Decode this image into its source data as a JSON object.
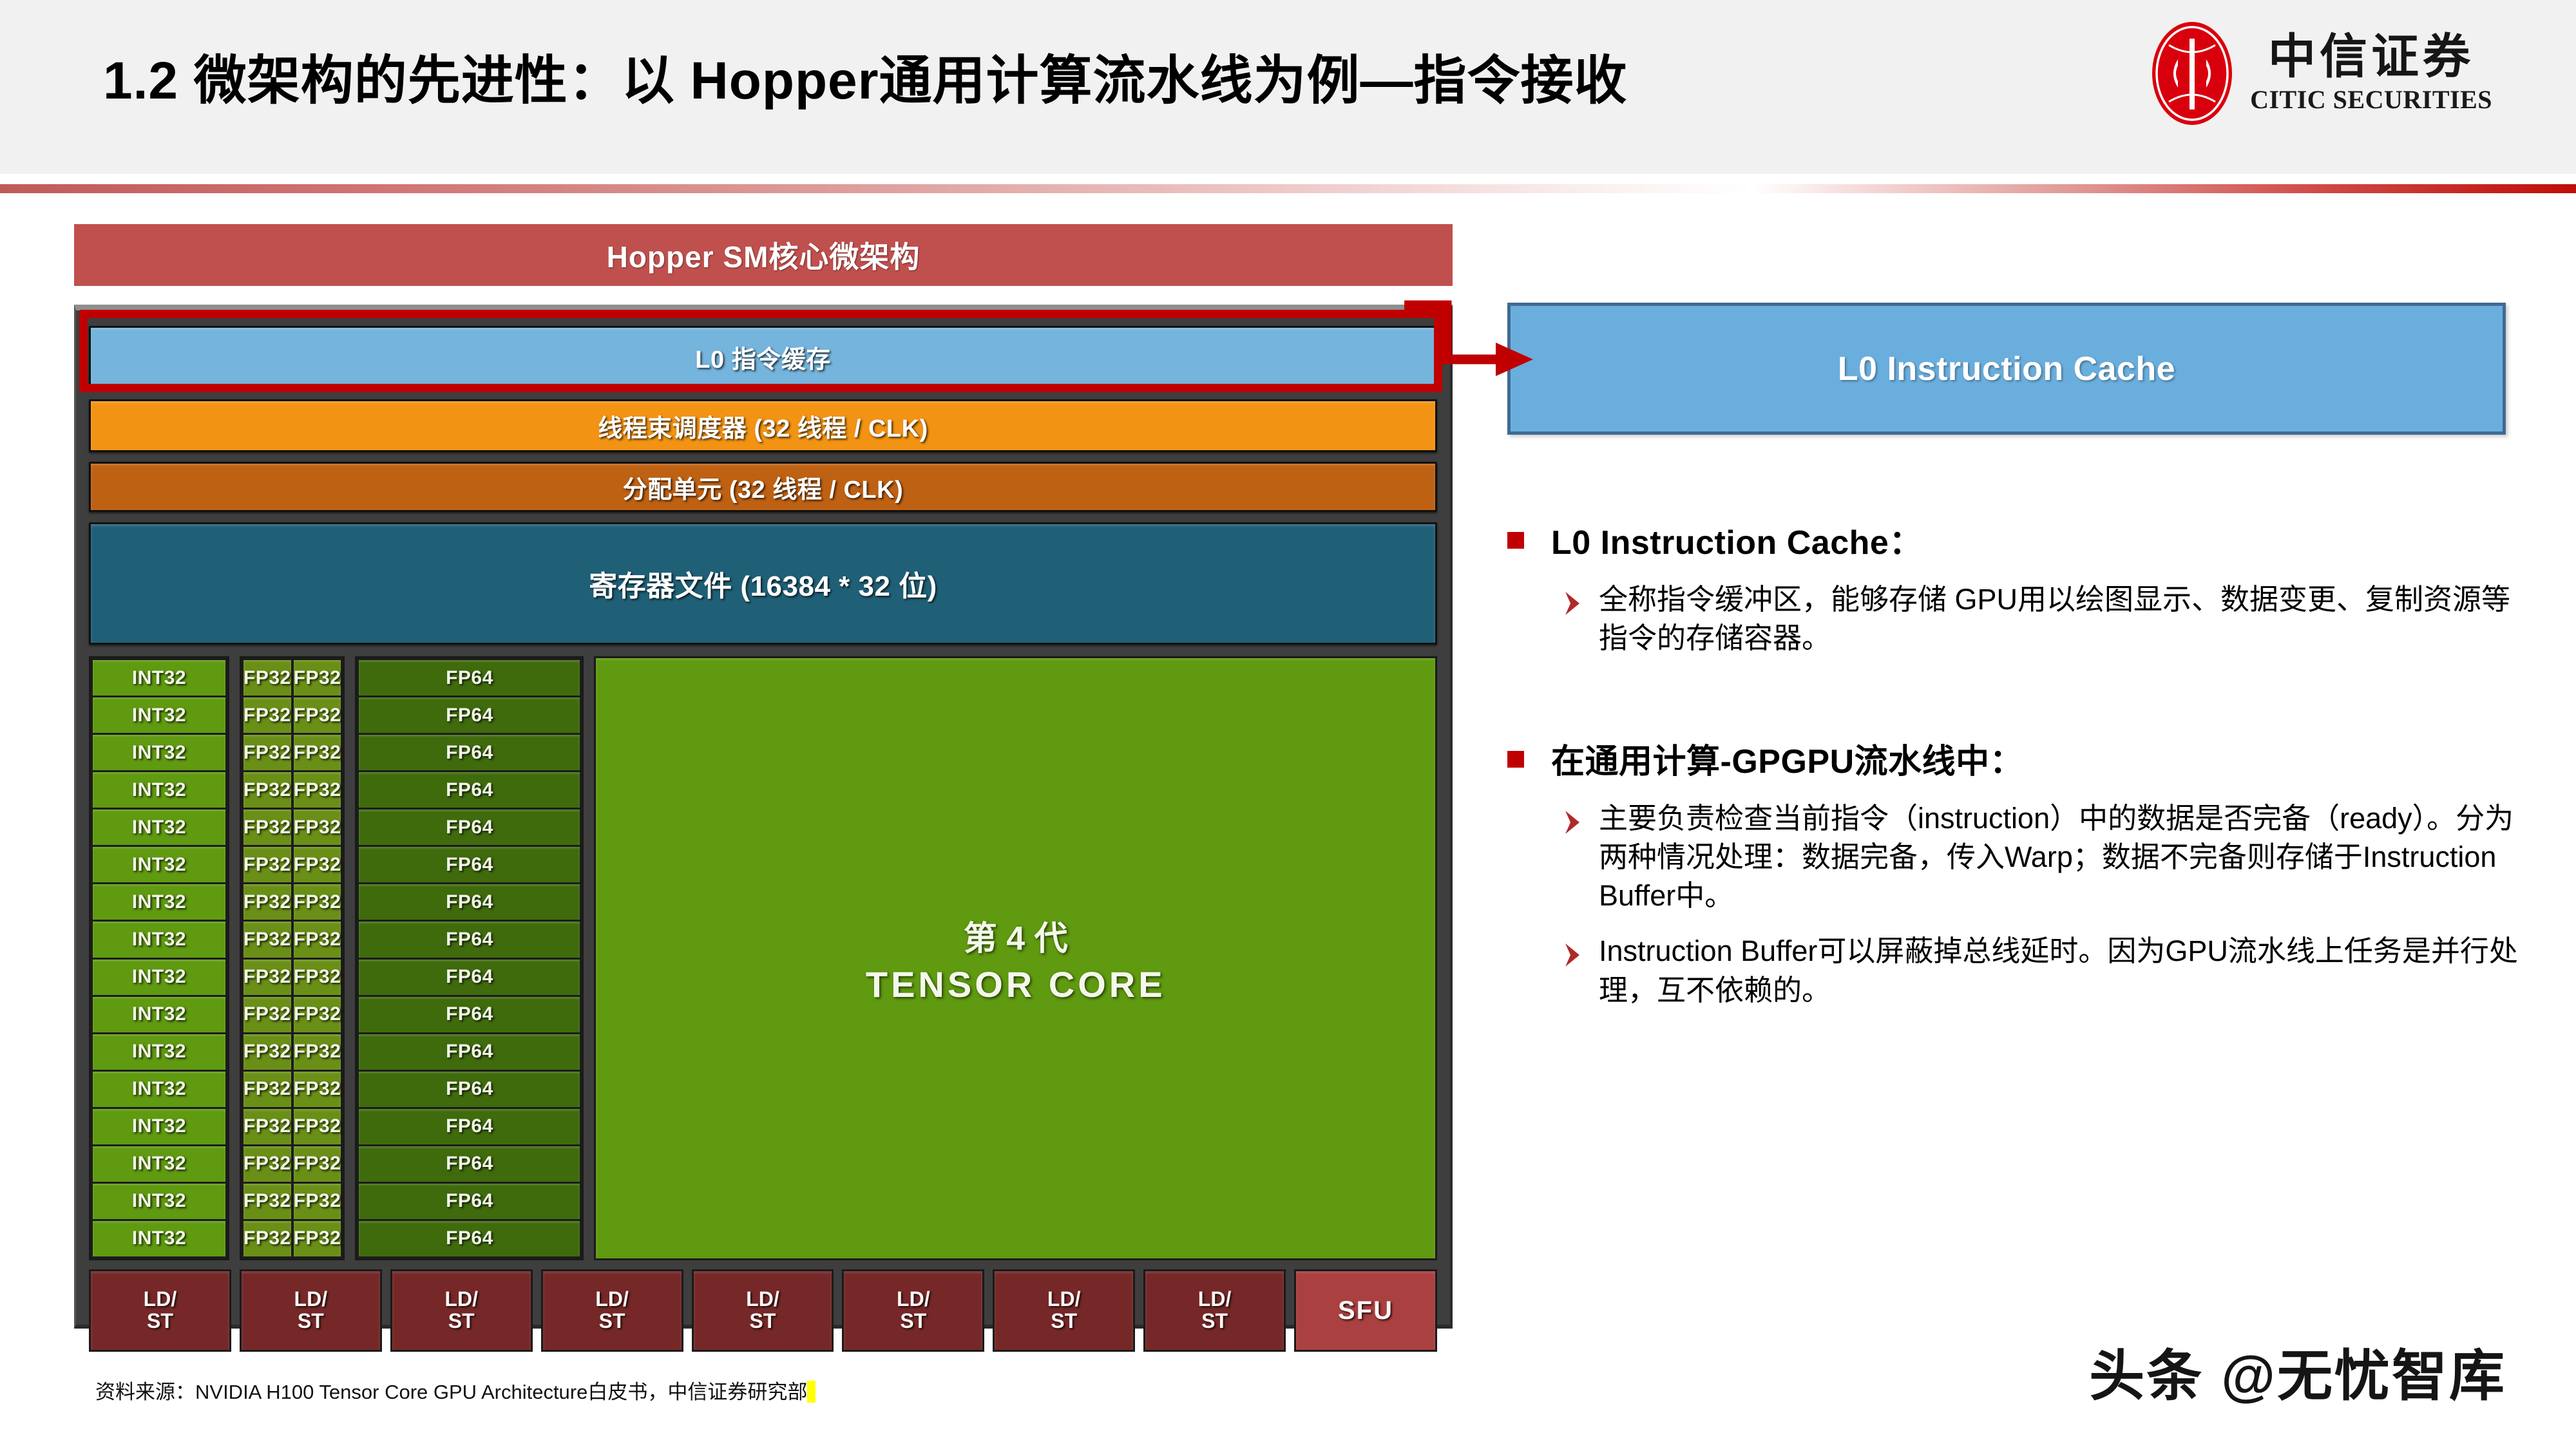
{
  "header": {
    "title": "1.2 微架构的先进性：以 Hopper通用计算流水线为例—指令接收",
    "logo": {
      "mark_name": "citic-roundel",
      "cn": "中信证券",
      "en": "CITIC SECURITIES",
      "color": "#d9000d"
    },
    "rule_color": "#c05a58"
  },
  "diagram": {
    "banner": "Hopper SM核心微架构",
    "banner_color": "#c0504e",
    "bands": [
      {
        "id": "l0",
        "label": "L0 指令缓存",
        "color": "#74b4dd",
        "highlighted": true
      },
      {
        "id": "warp",
        "label": "线程束调度器 (32 线程 / CLK)",
        "color": "#f39313",
        "highlighted": false
      },
      {
        "id": "disp",
        "label": "分配单元 (32 线程 / CLK)",
        "color": "#bf6113",
        "highlighted": false
      },
      {
        "id": "reg",
        "label": "寄存器文件 (16384 * 32 位)",
        "color": "#1f6077",
        "highlighted": false
      }
    ],
    "highlight_color": "#c00000",
    "core_grid": {
      "rows": 16,
      "columns": [
        {
          "id": "int32",
          "label": "INT32",
          "color": "#5f9a10"
        },
        {
          "id": "fp32a",
          "label": "FP32",
          "color": "#6a8f16"
        },
        {
          "id": "fp32b",
          "label": "FP32",
          "color": "#6a8f16"
        },
        {
          "id": "fp64",
          "label": "FP64",
          "color": "#3f6b0c"
        }
      ],
      "tensor_core": {
        "generation": "第 4 代",
        "name": "TENSOR CORE",
        "color": "#5f9a10"
      }
    },
    "ldst": {
      "count": 8,
      "line1": "LD/",
      "line2": "ST",
      "color": "#762828"
    },
    "sfu": {
      "label": "SFU",
      "color": "#ab4040"
    },
    "connector_color": "#c00000"
  },
  "content": {
    "callout_box": {
      "label": "L0 Instruction Cache",
      "fill": "#6aaedd",
      "border": "#3f6a92"
    },
    "sections": [
      {
        "heading": "L0 Instruction Cache：",
        "items": [
          "全称指令缓冲区，能够存储 GPU用以绘图显示、数据变更、复制资源等指令的存储容器。"
        ]
      },
      {
        "heading": "在通用计算-GPGPU流水线中：",
        "items": [
          "主要负责检查当前指令（instruction）中的数据是否完备（ready）。分为两种情况处理：数据完备，传入Warp；数据不完备则存储于Instruction Buffer中。",
          "Instruction Buffer可以屏蔽掉总线延时。因为GPU流水线上任务是并行处理，互不依赖的。"
        ]
      }
    ],
    "bullet_color": "#c00000"
  },
  "footer": {
    "source": "资料来源：NVIDIA H100 Tensor Core GPU Architecture白皮书，中信证券研究部",
    "watermark": "头条 @无忧智库",
    "caret_color": "#ffff00"
  }
}
